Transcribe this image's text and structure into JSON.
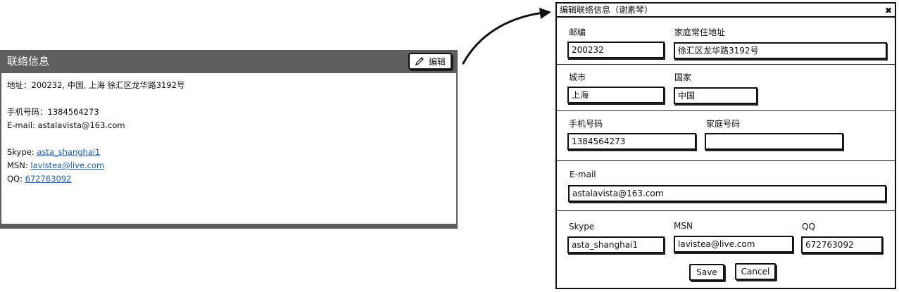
{
  "card": {
    "title": "联络信息",
    "edit_label": "编辑",
    "address": "地址：200232, 中国,  上海   徐汇区龙华路3192号",
    "phone": "手机号码：1384564273",
    "email": "E-mail:  astalavista@163.com",
    "skype_label": "Skype:",
    "skype_value": "asta_shanghai1",
    "msn_label": "MSN:",
    "msn_value": "lavistea@live.com",
    "qq_label": "QQ:",
    "qq_value": "672763092"
  },
  "dialog": {
    "title": "编辑联络信息（谢素琴）",
    "close_glyph": "✖",
    "fields": {
      "postcode_label": "邮编",
      "postcode_value": "200232",
      "address_label": "家庭常住地址",
      "address_value": "徐汇区龙华路3192号",
      "city_label": "城市",
      "city_value": "上海",
      "country_label": "国家",
      "country_value": "中国",
      "mobile_label": "手机号码",
      "mobile_value": "1384564273",
      "home_phone_label": "家庭号码",
      "home_phone_value": "",
      "email_label": "E-mail",
      "email_value": "astalavista@163.com",
      "skype_label": "Skype",
      "skype_value": "asta_shanghai1",
      "msn_label": "MSN",
      "msn_value": "lavistea@live.com",
      "qq_label": "QQ",
      "qq_value": "672763092"
    },
    "save_label": "Save",
    "cancel_label": "Cancel"
  },
  "icons": {
    "edit": "pencil-icon",
    "close": "close-icon",
    "arrow": "curved-arrow-icon"
  },
  "colors": {
    "card_header_bg": "#5f5f5f",
    "link": "#1d5fb3"
  }
}
